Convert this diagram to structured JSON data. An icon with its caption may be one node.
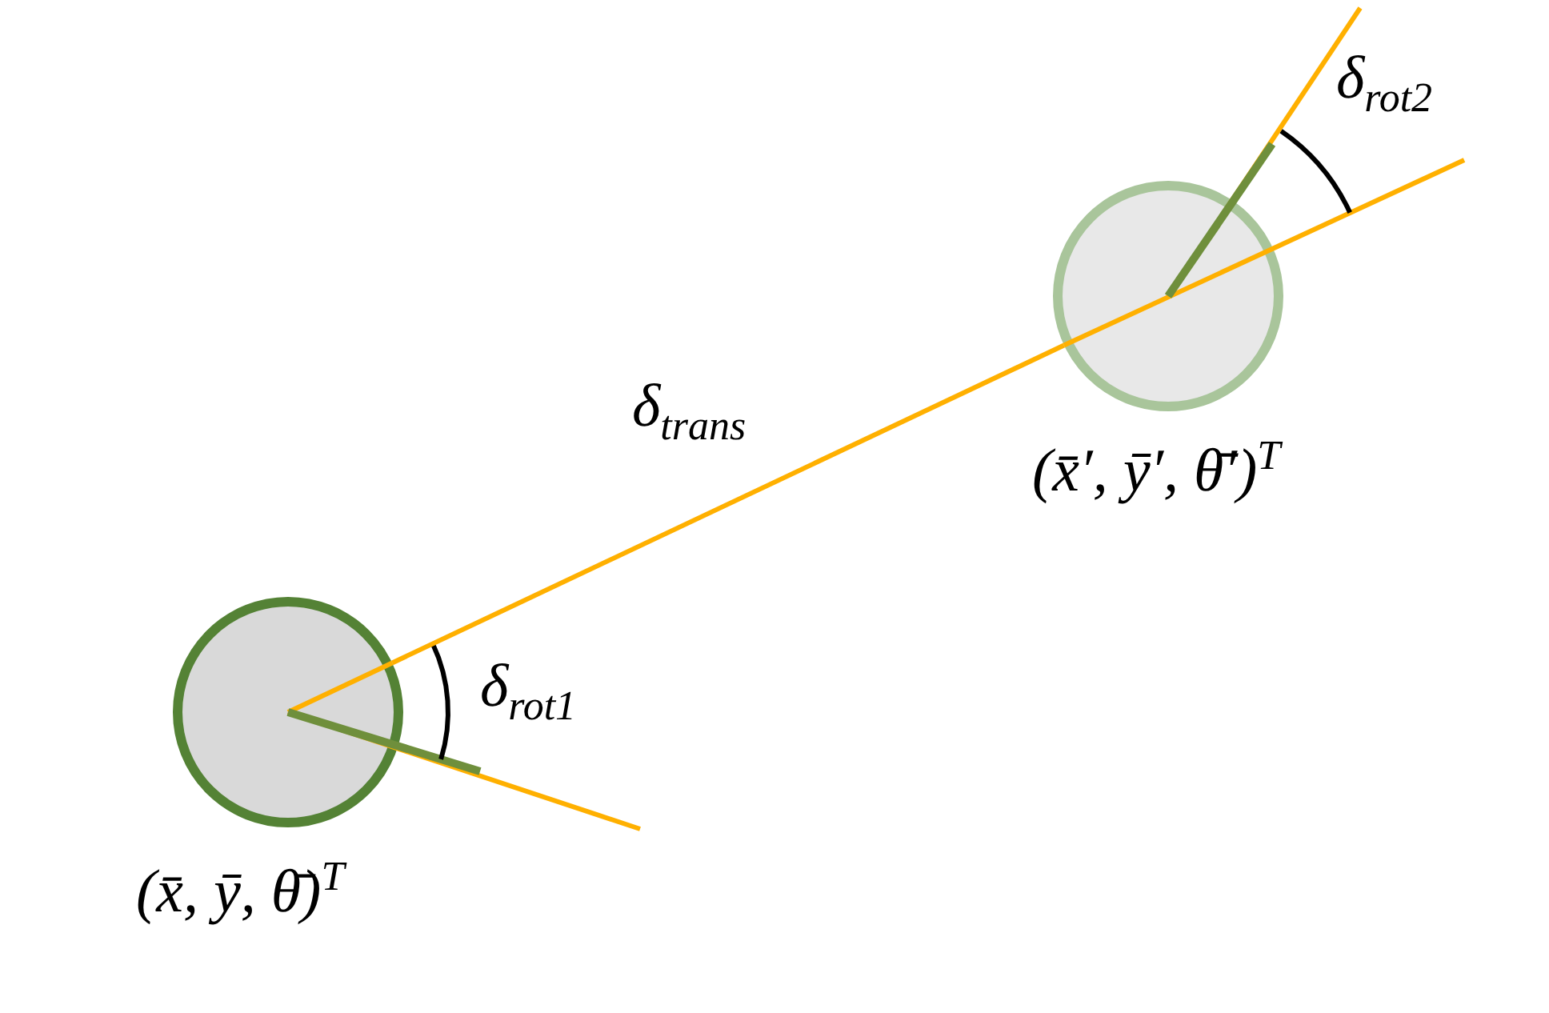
{
  "diagram": {
    "nodes": [
      {
        "text": [],
        "shape": "circle",
        "beside": [
          "(x̄, ȳ, θ̄)$^{T}$"
        ]
      },
      {
        "text": [],
        "shape": "circle",
        "beside": [
          "(x̄′, ȳ′, θ̄′)$^{T}$"
        ]
      }
    ],
    "edges": [
      {
        "from": 0,
        "to": 1,
        "arrow": "none",
        "label": "δ$_{trans}$"
      }
    ],
    "labels": [
      "δ$_{rot1}$",
      "δ$_{rot2}$"
    ]
  }
}
